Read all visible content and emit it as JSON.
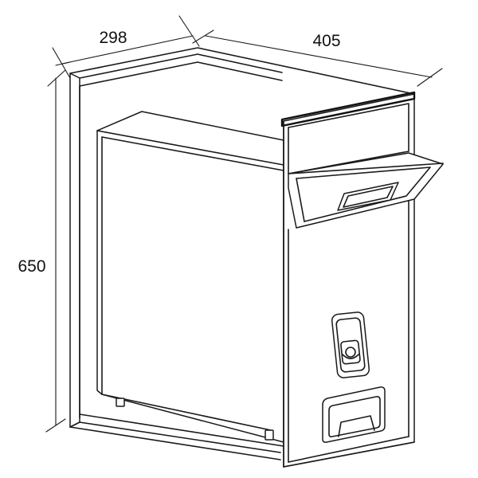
{
  "dimensions": {
    "depth": "298",
    "width": "405",
    "height": "650"
  }
}
